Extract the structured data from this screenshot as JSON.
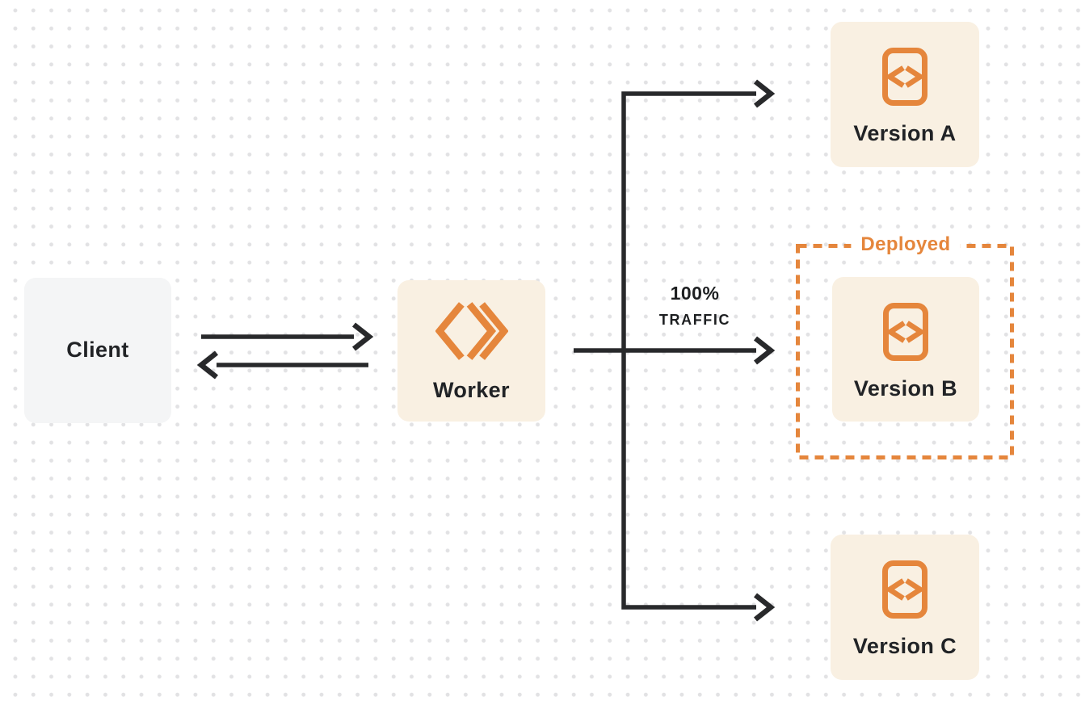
{
  "diagram": {
    "nodes": {
      "client": {
        "label": "Client"
      },
      "worker": {
        "label": "Worker"
      },
      "version_a": {
        "label": "Version A"
      },
      "version_b": {
        "label": "Version B"
      },
      "version_c": {
        "label": "Version C"
      }
    },
    "group": {
      "label": "Deployed",
      "contains": "version_b",
      "style": "dashed-orange"
    },
    "traffic": {
      "percent": "100%",
      "word": "TRAFFIC"
    },
    "edges": [
      {
        "from": "client",
        "to": "worker",
        "type": "arrow"
      },
      {
        "from": "worker",
        "to": "client",
        "type": "arrow"
      },
      {
        "from": "worker",
        "to": "version_a",
        "type": "arrow"
      },
      {
        "from": "worker",
        "to": "version_b",
        "type": "arrow",
        "label": "100% TRAFFIC"
      },
      {
        "from": "worker",
        "to": "version_c",
        "type": "arrow"
      }
    ],
    "icons": {
      "worker": "workers-double-chevron-icon",
      "version": "code-document-icon"
    },
    "colors": {
      "orange": "#E5863C",
      "cream_fill": "#F9F0E2",
      "gray_fill": "#F4F5F6",
      "text_dark": "#212326",
      "arrow_dark": "#28292B",
      "dot_grid": "#E2E2E4",
      "background": "#FFFFFF"
    }
  }
}
